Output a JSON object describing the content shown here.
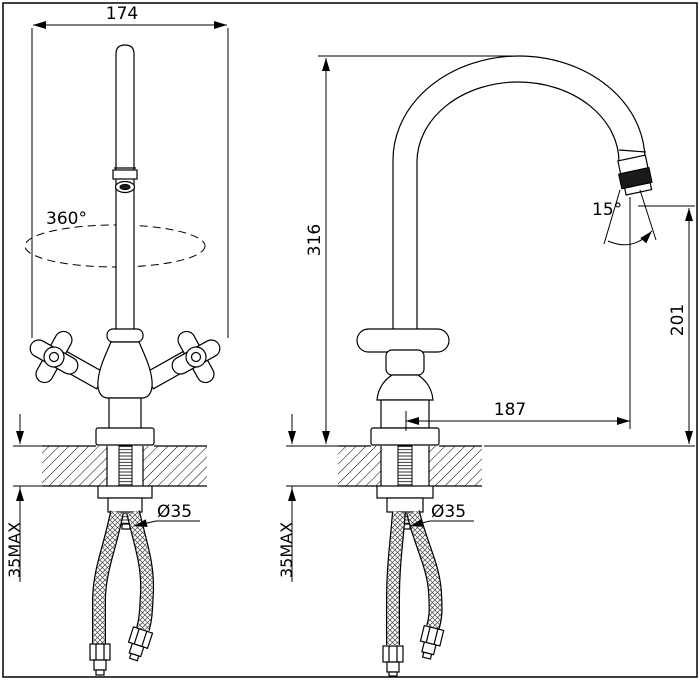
{
  "front_view": {
    "overall_width": "174",
    "swivel": "360°",
    "hole": "Ø35",
    "deck_max": "35MAX"
  },
  "side_view": {
    "height": "316",
    "tilt": "15°",
    "outlet_height": "201",
    "reach": "187",
    "hole": "Ø35",
    "deck_max": "35MAX"
  }
}
